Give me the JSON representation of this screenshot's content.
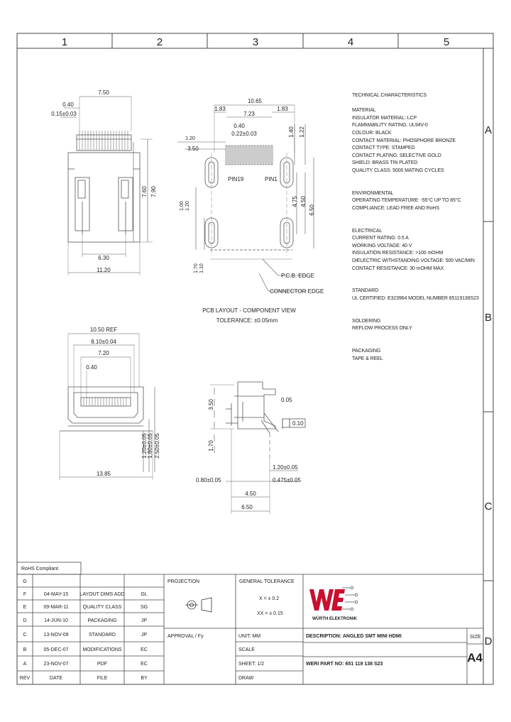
{
  "frame": {
    "columns": [
      "1",
      "2",
      "3",
      "4",
      "5"
    ],
    "rows": [
      "A",
      "B",
      "C",
      "D"
    ]
  },
  "top_view": {
    "dims": [
      "7.50",
      "0.40",
      "0.15±0.03",
      "7.60",
      "7.90",
      "6.30",
      "11.20"
    ]
  },
  "pcb_layout": {
    "dims": [
      "10.65",
      "1.83",
      "1.83",
      "7.23",
      "0.40",
      "0.22±0.03",
      "1.20",
      "3.50",
      "1.40",
      "1.22",
      "4.75",
      "4.50",
      "6.50",
      "1.00",
      "1.20",
      "1.70",
      "1.10"
    ],
    "labels": [
      "PIN19",
      "PIN1",
      "P.C.B. EDGE",
      "CONNECTOR EDGE"
    ],
    "title": "PCB LAYOUT - COMPONENT VIEW",
    "tolerance": "TOLERANCE: ±0.05mm"
  },
  "front_view": {
    "dims": [
      "10.50 REF",
      "8.10±0.04",
      "7.20",
      "0.40",
      "1.20±0.05",
      "1.80±0.05",
      "2.50±0.05",
      "13.85"
    ]
  },
  "side_view": {
    "dims": [
      "3.50",
      "0.05",
      "0.10",
      "1.70",
      "1.20±0.05",
      "0.80±0.05",
      "0.475±0.05",
      "4.50",
      "6.50"
    ]
  },
  "tech": {
    "heading": "TECHNICAL CHARACTERISTICS",
    "material": {
      "title": "MATERIAL",
      "lines": [
        "INSULATOR MATERIAL: LCP",
        "FLAMMABILITY RATING: UL94V-0",
        "COLOUR: BLACK",
        "CONTACT MATERIAL: PHOSPHORE BRONZE",
        "CONTACT TYPE: STAMPED",
        "CONTACT PLATING: SELECTIVE GOLD",
        "SHIELD: BRASS TIN PLATED",
        "QUALITY CLASS: 5000 MATING CYCLES"
      ]
    },
    "environmental": {
      "title": "ENVIRONMENTAL",
      "lines": [
        "OPERATING TEMPERATURE: -55°C UP TO 85°C",
        "COMPLIANCE: LEAD FREE AND RoHS"
      ]
    },
    "electrical": {
      "title": "ELECTRICAL",
      "lines": [
        "CURRENT RATING: 0.5 A",
        "WORKING VOLTAGE: 40 V",
        "INSULATION RESISTANCE: >100 mOHM",
        "DIELECTRIC WITHSTANDING VOLTAGE: 500 VAC/MIN",
        "CONTACT RESISTANCE: 30 mOHM MAX"
      ]
    },
    "standard": {
      "title": "STANDARD",
      "lines": [
        "UL CERTIFIED: E323964 MODEL NUMBER 65119138S23"
      ]
    },
    "soldering": {
      "title": "SOLDERING",
      "lines": [
        "REFLOW PROCESS ONLY"
      ]
    },
    "packaging": {
      "title": "PACKAGING",
      "lines": [
        "TAPE & REEL"
      ]
    }
  },
  "revisions": {
    "rohs": "RoHS Compliant",
    "rows": [
      {
        "rev": "G",
        "date": "",
        "file": "",
        "by": ""
      },
      {
        "rev": "F",
        "date": "04-MAY-15",
        "file": "LAYOUT DIMS ADD",
        "by": "GL"
      },
      {
        "rev": "E",
        "date": "09-MAR-11",
        "file": "QUALITY CLASS",
        "by": "SG"
      },
      {
        "rev": "D",
        "date": "14-JUN-10",
        "file": "PACKAGING",
        "by": "JP"
      },
      {
        "rev": "C",
        "date": "13-NOV-09",
        "file": "STANDARD",
        "by": "JP"
      },
      {
        "rev": "B",
        "date": "05-DEC-07",
        "file": "MODIFICATIONS",
        "by": "EC"
      },
      {
        "rev": "A",
        "date": "23-NOV-07",
        "file": "PDF",
        "by": "EC"
      }
    ],
    "header": {
      "rev": "REV",
      "date": "DATE",
      "file": "FILE",
      "by": "BY"
    }
  },
  "title_block": {
    "projection": "PROJECTION",
    "general_tolerance": "GENERAL TOLERANCE",
    "tol_x": "X = ± 0.2",
    "tol_xx": "XX = ± 0.15",
    "approval": "APPROVAL / Fy",
    "unit": "UNIT: MM",
    "scale": "SCALE",
    "sheet": "SHEET: 1/2",
    "draw": "DRAW",
    "description": "DESCRIPTION: ANGLED SMT MINI HDMI",
    "part_no": "WERI PART NO: 651 119 138 S23",
    "size_label": "SIZE",
    "size_value": "A4",
    "brand": "WÜRTH ELEKTRONIK"
  }
}
